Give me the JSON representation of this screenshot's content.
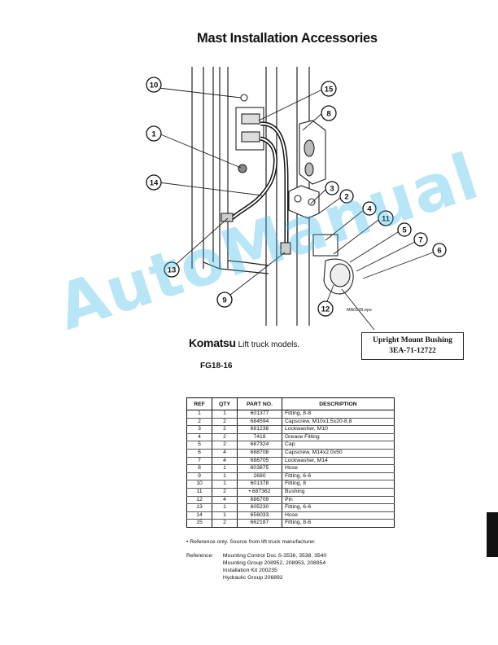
{
  "page": {
    "title": "Mast Installation Accessories",
    "brand": "Komatsu",
    "brand_suffix": "Lift truck models.",
    "model": "FG18-16",
    "eps_name": "MA0139.eps",
    "callout": {
      "line1": "Upright Mount Bushing",
      "line2": "3EA-71-12722"
    },
    "watermark": "AutoManual"
  },
  "callouts": [
    "10",
    "15",
    "8",
    "1",
    "14",
    "3",
    "2",
    "4",
    "11",
    "5",
    "7",
    "6",
    "13",
    "9",
    "12"
  ],
  "table": {
    "headers": [
      "REF",
      "QTY",
      "PART NO.",
      "DESCRIPTION"
    ],
    "rows": [
      [
        "1",
        "1",
        "601377",
        "Fitting, 8-8"
      ],
      [
        "2",
        "2",
        "684594",
        "Capscrew, M10x1.5x20-8.8"
      ],
      [
        "3",
        "2",
        "681238",
        "Lockwasher, M10"
      ],
      [
        "4",
        "2",
        "7418",
        "Grease Fitting"
      ],
      [
        "5",
        "2",
        "687324",
        "Cap"
      ],
      [
        "6",
        "4",
        "688708",
        "Capscrew, M14x2.0x50"
      ],
      [
        "7",
        "4",
        "686705",
        "Lockwasher, M14"
      ],
      [
        "8",
        "1",
        "603875",
        "Hose"
      ],
      [
        "9",
        "1",
        "2680",
        "Fitting, 6-6"
      ],
      [
        "10",
        "1",
        "601378",
        "Fitting, 8"
      ],
      [
        "11",
        "2",
        "• 687362",
        "Bushing"
      ],
      [
        "12",
        "4",
        "686709",
        "Pin"
      ],
      [
        "13",
        "1",
        "605230",
        "Fitting, 6-6"
      ],
      [
        "14",
        "1",
        "656033",
        "Hose"
      ],
      [
        "15",
        "2",
        "662187",
        "Fitting, 8-6"
      ]
    ]
  },
  "footnote": "• Reference only. Source from lift truck manufacturer.",
  "reference": {
    "label": "Reference:",
    "lines": [
      "Mounting Control Doc S-3536, 3538, 3540",
      "Mounting Group 208952, 208953, 208954",
      "Installation Kit 200235",
      "Hydraulic Group 206892"
    ]
  }
}
